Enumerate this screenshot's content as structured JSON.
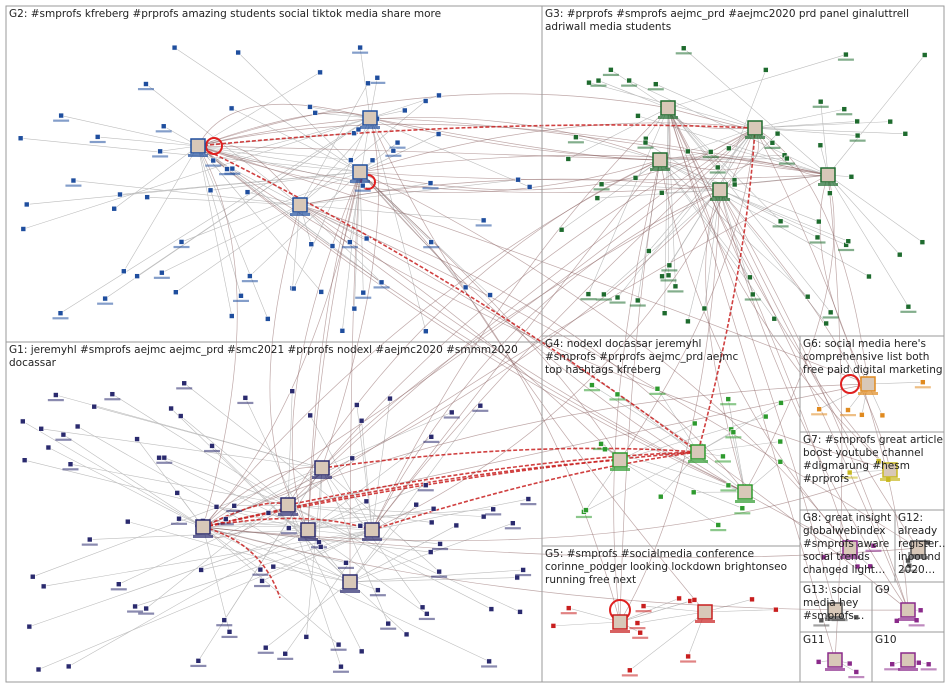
{
  "groups": [
    {
      "id": "G2",
      "label": "G2: #smprofs kfreberg #prprofs amazing students social tiktok media share more",
      "color": "#1f4e9e"
    },
    {
      "id": "G3",
      "label": "G3: #prprofs #smprofs aejmc_prd #aejmc2020 prd panel ginaluttrell adriwall media students",
      "color": "#1e6b2e"
    },
    {
      "id": "G1",
      "label": "G1: jeremyhl #smprofs aejmc aejmc_prd #smc2021 #prprofs nodexl #aejmc2020 #smmm2020 docassar",
      "color": "#2a2a6e"
    },
    {
      "id": "G4",
      "label": "G4: nodexl docassar jeremyhl #smprofs #prprofs aejmc_prd aejmc top hashtags kfreberg",
      "color": "#2e9a2e"
    },
    {
      "id": "G6",
      "label": "G6: social media here's comprehensive list both free paid digital marketing",
      "color": "#e08a20"
    },
    {
      "id": "G7",
      "label": "G7: #smprofs great article boost youtube channel #digmarung #hesm #prprofs",
      "color": "#c8b820"
    },
    {
      "id": "G8",
      "label": "G8: great insight globalwebindex #smprofs aware social trends changed light…",
      "color": "#8a2a8a"
    },
    {
      "id": "G12",
      "label": "G12: already register… inbound 2020…",
      "color": "#555555"
    },
    {
      "id": "G5",
      "label": "G5: #smprofs #socialmedia conference corinne_podger looking lockdown brightonseo running free next",
      "color": "#c81e1e"
    },
    {
      "id": "G13",
      "label": "G13: social media hey #smprofs…",
      "color": "#555555"
    },
    {
      "id": "G9",
      "label": "G9",
      "color": "#8a2a8a"
    },
    {
      "id": "G11",
      "label": "G11",
      "color": "#8a2a8a"
    },
    {
      "id": "G10",
      "label": "G10",
      "color": "#8a2a8a"
    }
  ]
}
